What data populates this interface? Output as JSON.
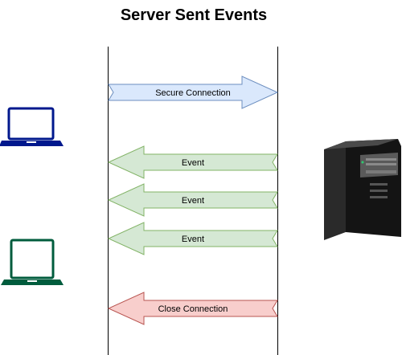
{
  "title": "Server Sent Events",
  "messages": [
    {
      "label": "Secure Connection",
      "direction": "to-server",
      "color": "#dae8fc",
      "stroke": "#6c8ebf"
    },
    {
      "label": "Event",
      "direction": "to-client",
      "color": "#d5e8d4",
      "stroke": "#82b366"
    },
    {
      "label": "Event",
      "direction": "to-client",
      "color": "#d5e8d4",
      "stroke": "#82b366"
    },
    {
      "label": "Event",
      "direction": "to-client",
      "color": "#d5e8d4",
      "stroke": "#82b366"
    },
    {
      "label": "Close Connection",
      "direction": "to-client",
      "color": "#f8cecc",
      "stroke": "#b85450"
    }
  ],
  "icons": {
    "client_top": {
      "name": "laptop-icon",
      "color": "#00188d"
    },
    "client_bottom": {
      "name": "laptop-icon",
      "color": "#005c3d"
    },
    "server": {
      "name": "server-tower-icon",
      "color": "#1a1a1a"
    }
  }
}
